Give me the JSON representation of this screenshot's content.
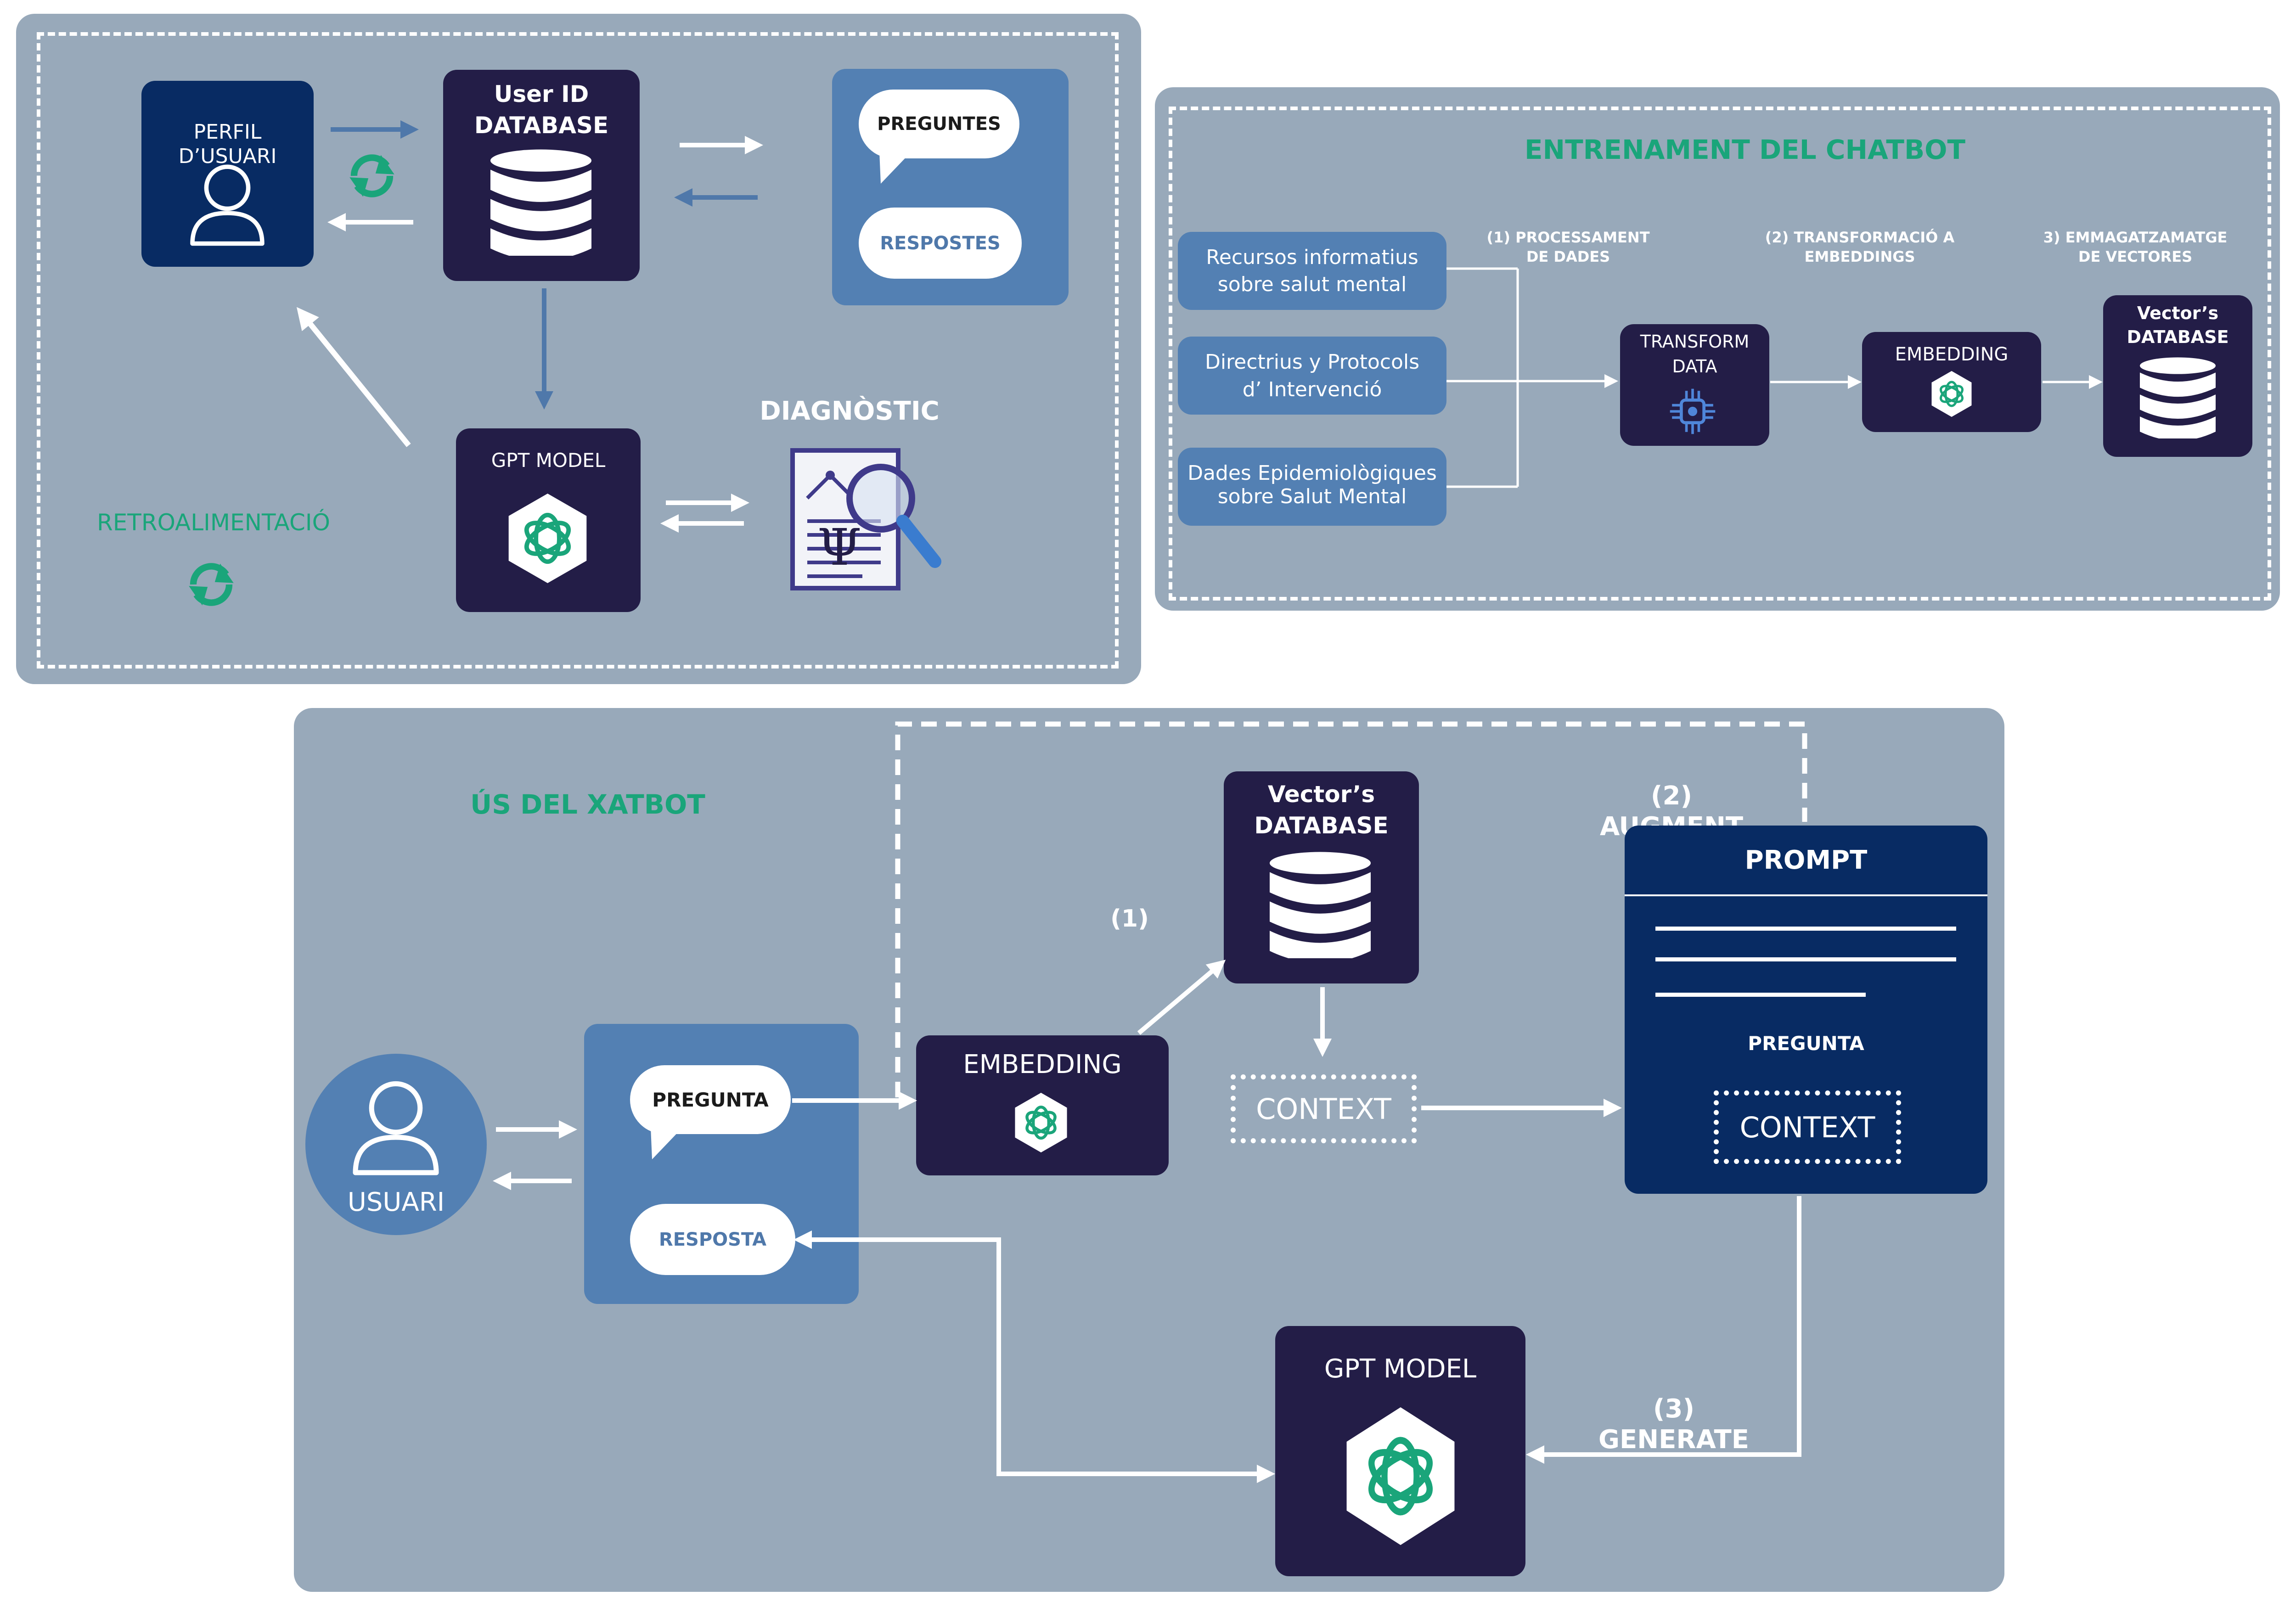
{
  "feedback_panel": {
    "perfil": "PERFIL D’USUARI",
    "userdb_line1": "User ID",
    "userdb_line2": "DATABASE",
    "preguntes": "PREGUNTES",
    "respostes": "RESPOSTES",
    "gpt": "GPT MODEL",
    "diagnostic": "DIAGNÒSTIC",
    "retro": "RETROALIMENTACIÓ"
  },
  "training_panel": {
    "title": "ENTRENAMENT DEL CHATBOT",
    "sources": [
      {
        "line1": "Recursos informatius",
        "line2": "sobre salut mental"
      },
      {
        "line1": "Directrius y Protocols",
        "line2": "d’ Intervenció"
      },
      {
        "line1": "Dades Epidemiològiques",
        "line2": "sobre Salut Mental"
      }
    ],
    "step1_line1": "(1) PROCESSAMENT",
    "step1_line2": "DE DADES",
    "step2_line1": "(2) TRANSFORMACIÓ A",
    "step2_line2": "EMBEDDINGS",
    "step3_line1": "3) EMMAGATZAMATGE",
    "step3_line2": "DE  VECTORES",
    "transform_line1": "TRANSFORM",
    "transform_line2": "DATA",
    "embedding": "EMBEDDING",
    "vdb_line1": "Vector’s",
    "vdb_line2": "DATABASE"
  },
  "usage_panel": {
    "title": "ÚS DEL XATBOT",
    "usuari": "USUARI",
    "pregunta": "PREGUNTA",
    "resposta": "RESPOSTA",
    "embedding": "EMBEDDING",
    "step1": "(1)",
    "vdb_line1": "Vector’s",
    "vdb_line2": "DATABASE",
    "context": "CONTEXT",
    "augment": "(2) AUGMENT",
    "prompt": "PROMPT",
    "prompt_pregunta": "PREGUNTA",
    "prompt_context": "CONTEXT",
    "generate": "(3) GENERATE",
    "gpt": "GPT MODEL"
  },
  "colors": {
    "panel": "#98a9ba",
    "dark_box": "#231d47",
    "navy_box": "#082b63",
    "blue_box": "#5380b3",
    "accent_green": "#1aa57a"
  }
}
